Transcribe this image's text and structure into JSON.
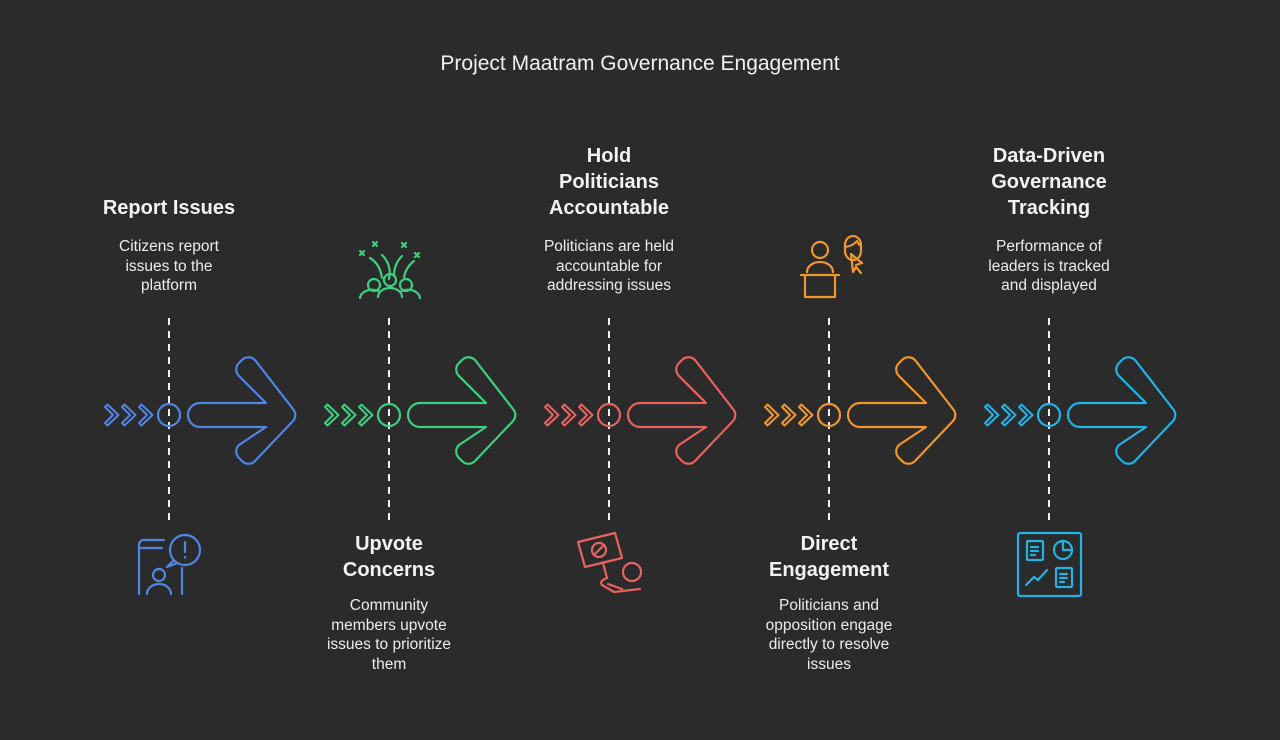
{
  "title": "Project Maatram Governance Engagement",
  "stages": [
    {
      "title": "Report Issues",
      "description": "Citizens report issues to the platform",
      "title_lines": [
        "Report Issues"
      ],
      "desc_lines": [
        "Citizens report",
        "issues to the",
        "platform"
      ],
      "icon": "phone-alert-icon",
      "color": "#4f86e6",
      "text_position": "top"
    },
    {
      "title": "Upvote Concerns",
      "description": "Community members upvote issues to prioritize them",
      "title_lines": [
        "Upvote",
        "Concerns"
      ],
      "desc_lines": [
        "Community",
        "members upvote",
        "issues to prioritize",
        "them"
      ],
      "icon": "celebrating-people-icon",
      "color": "#3ecf7e",
      "text_position": "bottom"
    },
    {
      "title": "Hold Politicians Accountable",
      "description": "Politicians are held accountable for addressing issues",
      "title_lines": [
        "Hold",
        "Politicians",
        "Accountable"
      ],
      "desc_lines": [
        "Politicians are held",
        "accountable for",
        "addressing issues"
      ],
      "icon": "protest-sign-icon",
      "color": "#e8625f",
      "text_position": "top"
    },
    {
      "title": "Direct Engagement",
      "description": "Politicians and opposition engage directly to resolve issues",
      "title_lines": [
        "Direct",
        "Engagement"
      ],
      "desc_lines": [
        "Politicians and",
        "opposition engage",
        "directly to resolve",
        "issues"
      ],
      "icon": "podium-speaker-icon",
      "color": "#f0962f",
      "text_position": "bottom"
    },
    {
      "title": "Data-Driven Governance Tracking",
      "description": "Performance of leaders is tracked and displayed",
      "title_lines": [
        "Data-Driven",
        "Governance",
        "Tracking"
      ],
      "desc_lines": [
        "Performance of",
        "leaders is tracked",
        "and displayed"
      ],
      "icon": "dashboard-icon",
      "color": "#22b3e6",
      "text_position": "top"
    }
  ]
}
